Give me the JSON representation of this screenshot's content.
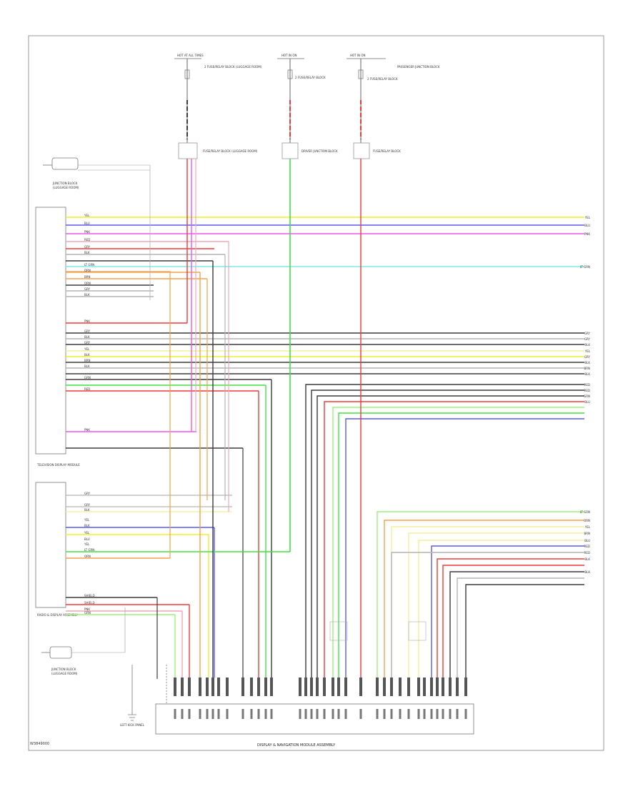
{
  "footer_code": "W3849000",
  "top_labels": {
    "hot_a": "HOT AT ALL TIMES",
    "hot_b": "HOT IN ON",
    "hot_c": "HOT IN ON",
    "fuse_a": "2 FUSE/RELAY BLOCK (LUGGAGE ROOM)",
    "fuse_b": "2 FUSE/RELAY BLOCK",
    "fuse_c": "2 FUSE/RELAY BLOCK",
    "jb_c": "PASSENGER JUNCTION BLOCK",
    "conn_a": "FUSE/RELAY BLOCK (LUGGAGE ROOM)",
    "conn_b": "DRIVER JUNCTION BLOCK",
    "conn_c": "FUSE/RELAY BLOCK",
    "ground_upper": "JUNCTION BLOCK",
    "ground_upper_sub": "(LUGGAGE ROOM)",
    "ground_lower": "JUNCTION BLOCK",
    "ground_lower_sub": "(LUGGAGE ROOM)",
    "left_ground": "LEFT KICK PANEL",
    "module_upper": "TELEVISION DISPLAY MODULE",
    "module_lower": "RADIO & DISPLAY ASSEMBLY",
    "bottom_module": "DISPLAY & NAVIGATION MODULE ASSEMBLY"
  },
  "wire_colors": {
    "yellow": "#f0ee2a",
    "blue": "#5a5af0",
    "magenta": "#ee55ee",
    "pink": "#f2a6b8",
    "red": "#f03a3a",
    "orange": "#f5a24a",
    "cyan": "#7fe9ec",
    "green": "#44e044",
    "lightgreen": "#9ef07a",
    "black": "#3c3c3c",
    "gray": "#b4b4b4",
    "lightyellow": "#f3ef9a",
    "violet": "#9d6cf0"
  },
  "right_labels": [
    "YEL",
    "BLU",
    "PNK",
    "LT GRN",
    "GRY",
    "GRY",
    "BLK",
    "YEL",
    "GRY",
    "BLK",
    "BRN",
    "BLK",
    "RED",
    "RED",
    "GRN",
    "BLU",
    "LT GRN",
    "ORN",
    "YEL",
    "BRN",
    "BLU",
    "RED",
    "RED",
    "BLK",
    "BLK"
  ],
  "left_labels": [
    "YEL",
    "BLU",
    "PNK",
    "RED",
    "GRY",
    "BLK",
    "LT GRN",
    "ORN",
    "BRN",
    "ORN",
    "GRY",
    "BLK",
    "PNK",
    "GRY",
    "BLK",
    "GRY",
    "YEL",
    "BLK",
    "BRN",
    "BLK",
    "GRN",
    "RED",
    "PNK",
    "GRY",
    "GRY",
    "BLK",
    "YEL",
    "BLK",
    "YEL",
    "BLU",
    "YEL",
    "LT GRN",
    "ORN",
    "SHIELD",
    "SHIELD",
    "PNK",
    "GRN"
  ]
}
